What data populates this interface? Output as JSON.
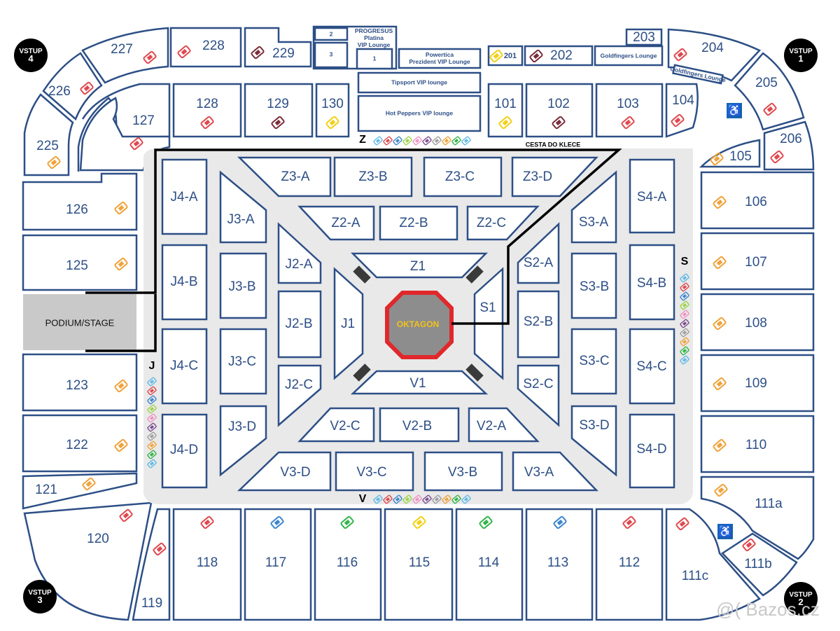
{
  "entrances": [
    "VSTUP\n4",
    "VSTUP\n1",
    "VSTUP\n3",
    "VSTUP\n2"
  ],
  "stage_label": "PODIUM/STAGE",
  "octagon_label": "OKTAGON",
  "route_label": "CESTA DO KLECE",
  "zone_headings": {
    "z": "Z",
    "j": "J",
    "s": "S",
    "v": "V"
  },
  "colors": {
    "section_stroke": "#2d4f86",
    "ticket_colors": {
      "red": "#e0494f",
      "darkred": "#7a2e3a",
      "orange": "#f0a23a",
      "yellow": "#f2d017",
      "green": "#33b54a",
      "blue": "#3d86cf",
      "lightblue": "#5fb9e6",
      "pink": "#f190c4",
      "purple": "#7c4d90",
      "gray": "#9e9e9e",
      "lime": "#9bd346"
    }
  },
  "upper_sections": {
    "s201": "201",
    "s202": "202",
    "s203": "203",
    "s204": "204",
    "s205": "205",
    "s206": "206",
    "s225": "225",
    "s226": "226",
    "s227": "227",
    "s228": "228",
    "s229": "229"
  },
  "lower_sections": {
    "s101": "101",
    "s102": "102",
    "s103": "103",
    "s104": "104",
    "s105": "105",
    "s106": "106",
    "s107": "107",
    "s108": "108",
    "s109": "109",
    "s110": "110",
    "s111a": "111a",
    "s111b": "111b",
    "s111c": "111c",
    "s112": "112",
    "s113": "113",
    "s114": "114",
    "s115": "115",
    "s116": "116",
    "s117": "117",
    "s118": "118",
    "s119": "119",
    "s120": "120",
    "s121": "121",
    "s122": "122",
    "s123": "123",
    "s125": "125",
    "s126": "126",
    "s127": "127",
    "s128": "128",
    "s129": "129",
    "s130": "130"
  },
  "lounges": {
    "progresus": "PROGRESUS\nPlatina\nVIP Lounge",
    "box2": "2",
    "box3": "3",
    "box1": "1",
    "powertica": "Powertica\nPrezident VIP Lounge",
    "tipsport": "Tipsport VIP lounge",
    "hotpeppers": "Hot Peppers VIP lounge",
    "goldfingers": "Goldfingers Lounge",
    "goldfingers2": "Goldfingers Lounge"
  },
  "floor_sections": {
    "z3a": "Z3-A",
    "z3b": "Z3-B",
    "z3c": "Z3-C",
    "z3d": "Z3-D",
    "z2a": "Z2-A",
    "z2b": "Z2-B",
    "z2c": "Z2-C",
    "z1": "Z1",
    "j4a": "J4-A",
    "j4b": "J4-B",
    "j4c": "J4-C",
    "j4d": "J4-D",
    "j3a": "J3-A",
    "j3b": "J3-B",
    "j3c": "J3-C",
    "j3d": "J3-D",
    "j2a": "J2-A",
    "j2b": "J2-B",
    "j2c": "J2-C",
    "j1": "J1",
    "s4a": "S4-A",
    "s4b": "S4-B",
    "s4c": "S4-C",
    "s4d": "S4-D",
    "s3a": "S3-A",
    "s3b": "S3-B",
    "s3c": "S3-C",
    "s3d": "S3-D",
    "s2a": "S2-A",
    "s2b": "S2-B",
    "s2c": "S2-C",
    "s1": "S1",
    "v3a": "V3-A",
    "v3b": "V3-B",
    "v3c": "V3-C",
    "v3d": "V3-D",
    "v2a": "V2-A",
    "v2b": "V2-B",
    "v2c": "V2-C",
    "v1": "V1"
  },
  "watermark": "@( Bazos.cz"
}
